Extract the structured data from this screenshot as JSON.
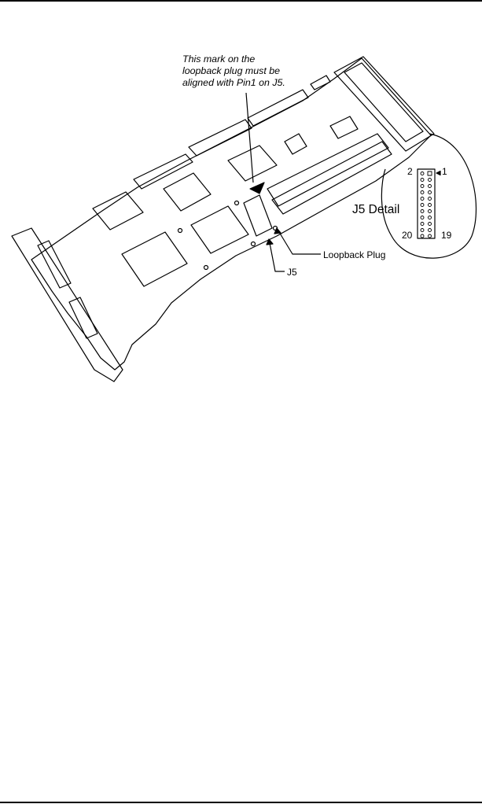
{
  "callout": {
    "line1": "This mark on the",
    "line2": "loopback plug must be",
    "line3": "aligned with Pin1 on J5."
  },
  "labels": {
    "loopback_plug": "Loopback Plug",
    "j5": "J5",
    "j5_detail": "J5 Detail"
  },
  "pins": {
    "pin_2": "2",
    "pin_1": "1",
    "pin_20": "20",
    "pin_19": "19"
  },
  "colors": {
    "ink": "#000000",
    "paper": "#ffffff"
  }
}
